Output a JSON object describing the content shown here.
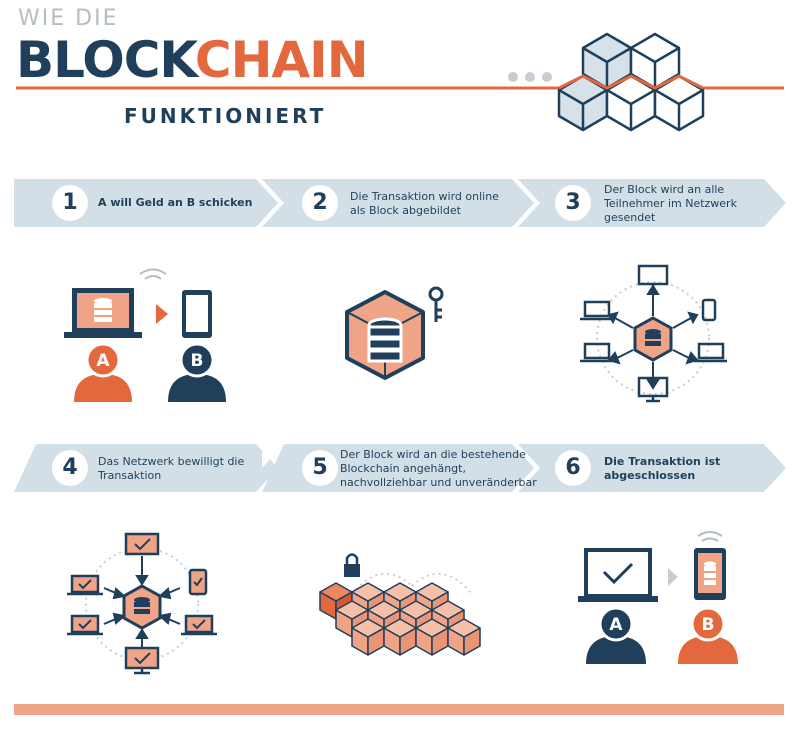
{
  "title": {
    "line1": "WIE DIE",
    "line2_part1": "BLOCK",
    "line2_part2": "CHAIN",
    "line3": "FUNKTIONIERT"
  },
  "steps": [
    {
      "number": "1",
      "text": "A will Geld an B schicken"
    },
    {
      "number": "2",
      "text": "Die Transaktion wird online als Block abgebildet"
    },
    {
      "number": "3",
      "text": "Der Block wird an alle Teilnehmer im Netzwerk gesendet"
    },
    {
      "number": "4",
      "text": "Das Netzwerk bewilligt die Transaktion"
    },
    {
      "number": "5",
      "text": "Der Block wird an die bestehende Blockchain angehängt, nachvollziehbar und unveränderbar"
    },
    {
      "number": "6",
      "text": "Die Transaktion ist abgeschlossen"
    }
  ],
  "step_lines": {
    "s2": [
      "Die Transaktion wird online",
      "als Block abgebildet"
    ],
    "s3": [
      "Der Block wird an alle",
      "Teilnehmer im Netzwerk",
      "gesendet"
    ],
    "s4": [
      "Das Netzwerk bewilligt die",
      "Transaktion"
    ],
    "s5": [
      "Der Block wird an die bestehende",
      "Blockchain angehängt,",
      "nachvollziehbar und unveränderbar"
    ],
    "s6": [
      "Die Transaktion ist",
      "abgeschlossen"
    ]
  },
  "person_labels": {
    "a": "A",
    "b": "B"
  },
  "colors": {
    "navy": "#1f3f5b",
    "orange": "#e4683e",
    "salmon": "#f0a487",
    "arrow_band": "#d3dfe7",
    "grey": "#b5bdc4"
  },
  "icons": [
    "laptop-icon",
    "phone-icon",
    "person-icon",
    "database-icon",
    "key-icon",
    "monitor-icon",
    "lock-icon",
    "check-icon",
    "wifi-icon",
    "cube-icon"
  ]
}
